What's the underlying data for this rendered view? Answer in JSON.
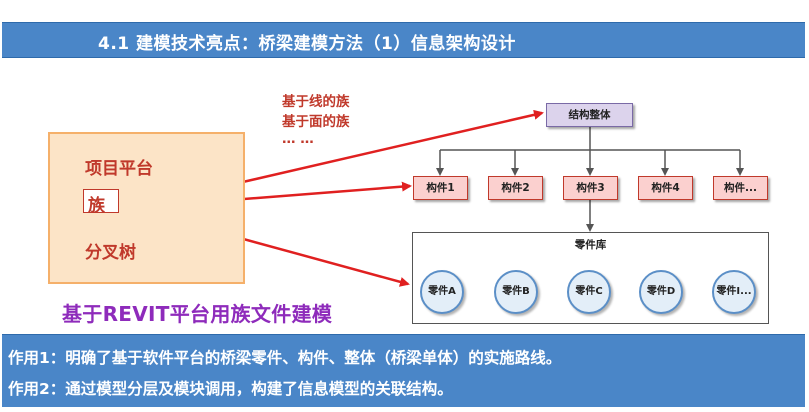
{
  "header": {
    "title": "4.1 建模技术亮点：桥梁建模方法（1）信息架构设计"
  },
  "left_panel": {
    "items": [
      "项目平台",
      "族",
      "分叉树"
    ]
  },
  "family_types": [
    "基于线的族",
    "基于面的族",
    "… …"
  ],
  "revit_title": "基于REVIT平台用族文件建模",
  "tree": {
    "root": "结构整体",
    "components": [
      "构件1",
      "构件2",
      "构件3",
      "构件4",
      "构件..."
    ],
    "library_title": "零件库",
    "parts": [
      "零件A",
      "零件B",
      "零件C",
      "零件D",
      "零件I..."
    ]
  },
  "bottom": {
    "line1": "作用1：明确了基于软件平台的桥梁零件、构件、整体（桥梁单体）的实施路线。",
    "line2": "作用2：通过模型分层及模块调用，构建了信息模型的关联结构。"
  },
  "colors": {
    "header_blue": "#4a86c8",
    "accent_red": "#c0392b",
    "title_purple": "#8e2bbb",
    "panel_orange": "#fce4c7"
  }
}
